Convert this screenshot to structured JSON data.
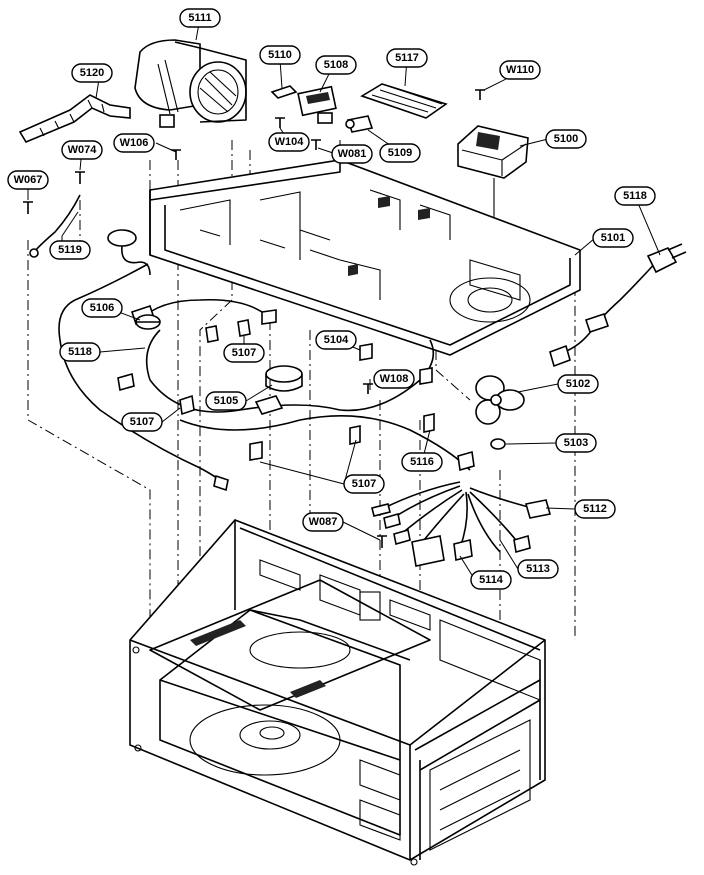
{
  "callouts": [
    {
      "id": "5111",
      "label": "5111"
    },
    {
      "id": "5110",
      "label": "5110"
    },
    {
      "id": "5108",
      "label": "5108"
    },
    {
      "id": "5117",
      "label": "5117"
    },
    {
      "id": "W110",
      "label": "W110"
    },
    {
      "id": "5120",
      "label": "5120"
    },
    {
      "id": "W104",
      "label": "W104"
    },
    {
      "id": "W081",
      "label": "W081"
    },
    {
      "id": "5109",
      "label": "5109"
    },
    {
      "id": "5100",
      "label": "5100"
    },
    {
      "id": "W106",
      "label": "W106"
    },
    {
      "id": "W074",
      "label": "W074"
    },
    {
      "id": "W067",
      "label": "W067"
    },
    {
      "id": "5118a",
      "label": "5118"
    },
    {
      "id": "5101",
      "label": "5101"
    },
    {
      "id": "5119",
      "label": "5119"
    },
    {
      "id": "5106",
      "label": "5106"
    },
    {
      "id": "5118b",
      "label": "5118"
    },
    {
      "id": "5107a",
      "label": "5107"
    },
    {
      "id": "5104",
      "label": "5104"
    },
    {
      "id": "W108",
      "label": "W108"
    },
    {
      "id": "5105",
      "label": "5105"
    },
    {
      "id": "5102",
      "label": "5102"
    },
    {
      "id": "5107b",
      "label": "5107"
    },
    {
      "id": "5103",
      "label": "5103"
    },
    {
      "id": "5116",
      "label": "5116"
    },
    {
      "id": "5107c",
      "label": "5107"
    },
    {
      "id": "5112",
      "label": "5112"
    },
    {
      "id": "W087",
      "label": "W087"
    },
    {
      "id": "5113",
      "label": "5113"
    },
    {
      "id": "5114",
      "label": "5114"
    }
  ]
}
